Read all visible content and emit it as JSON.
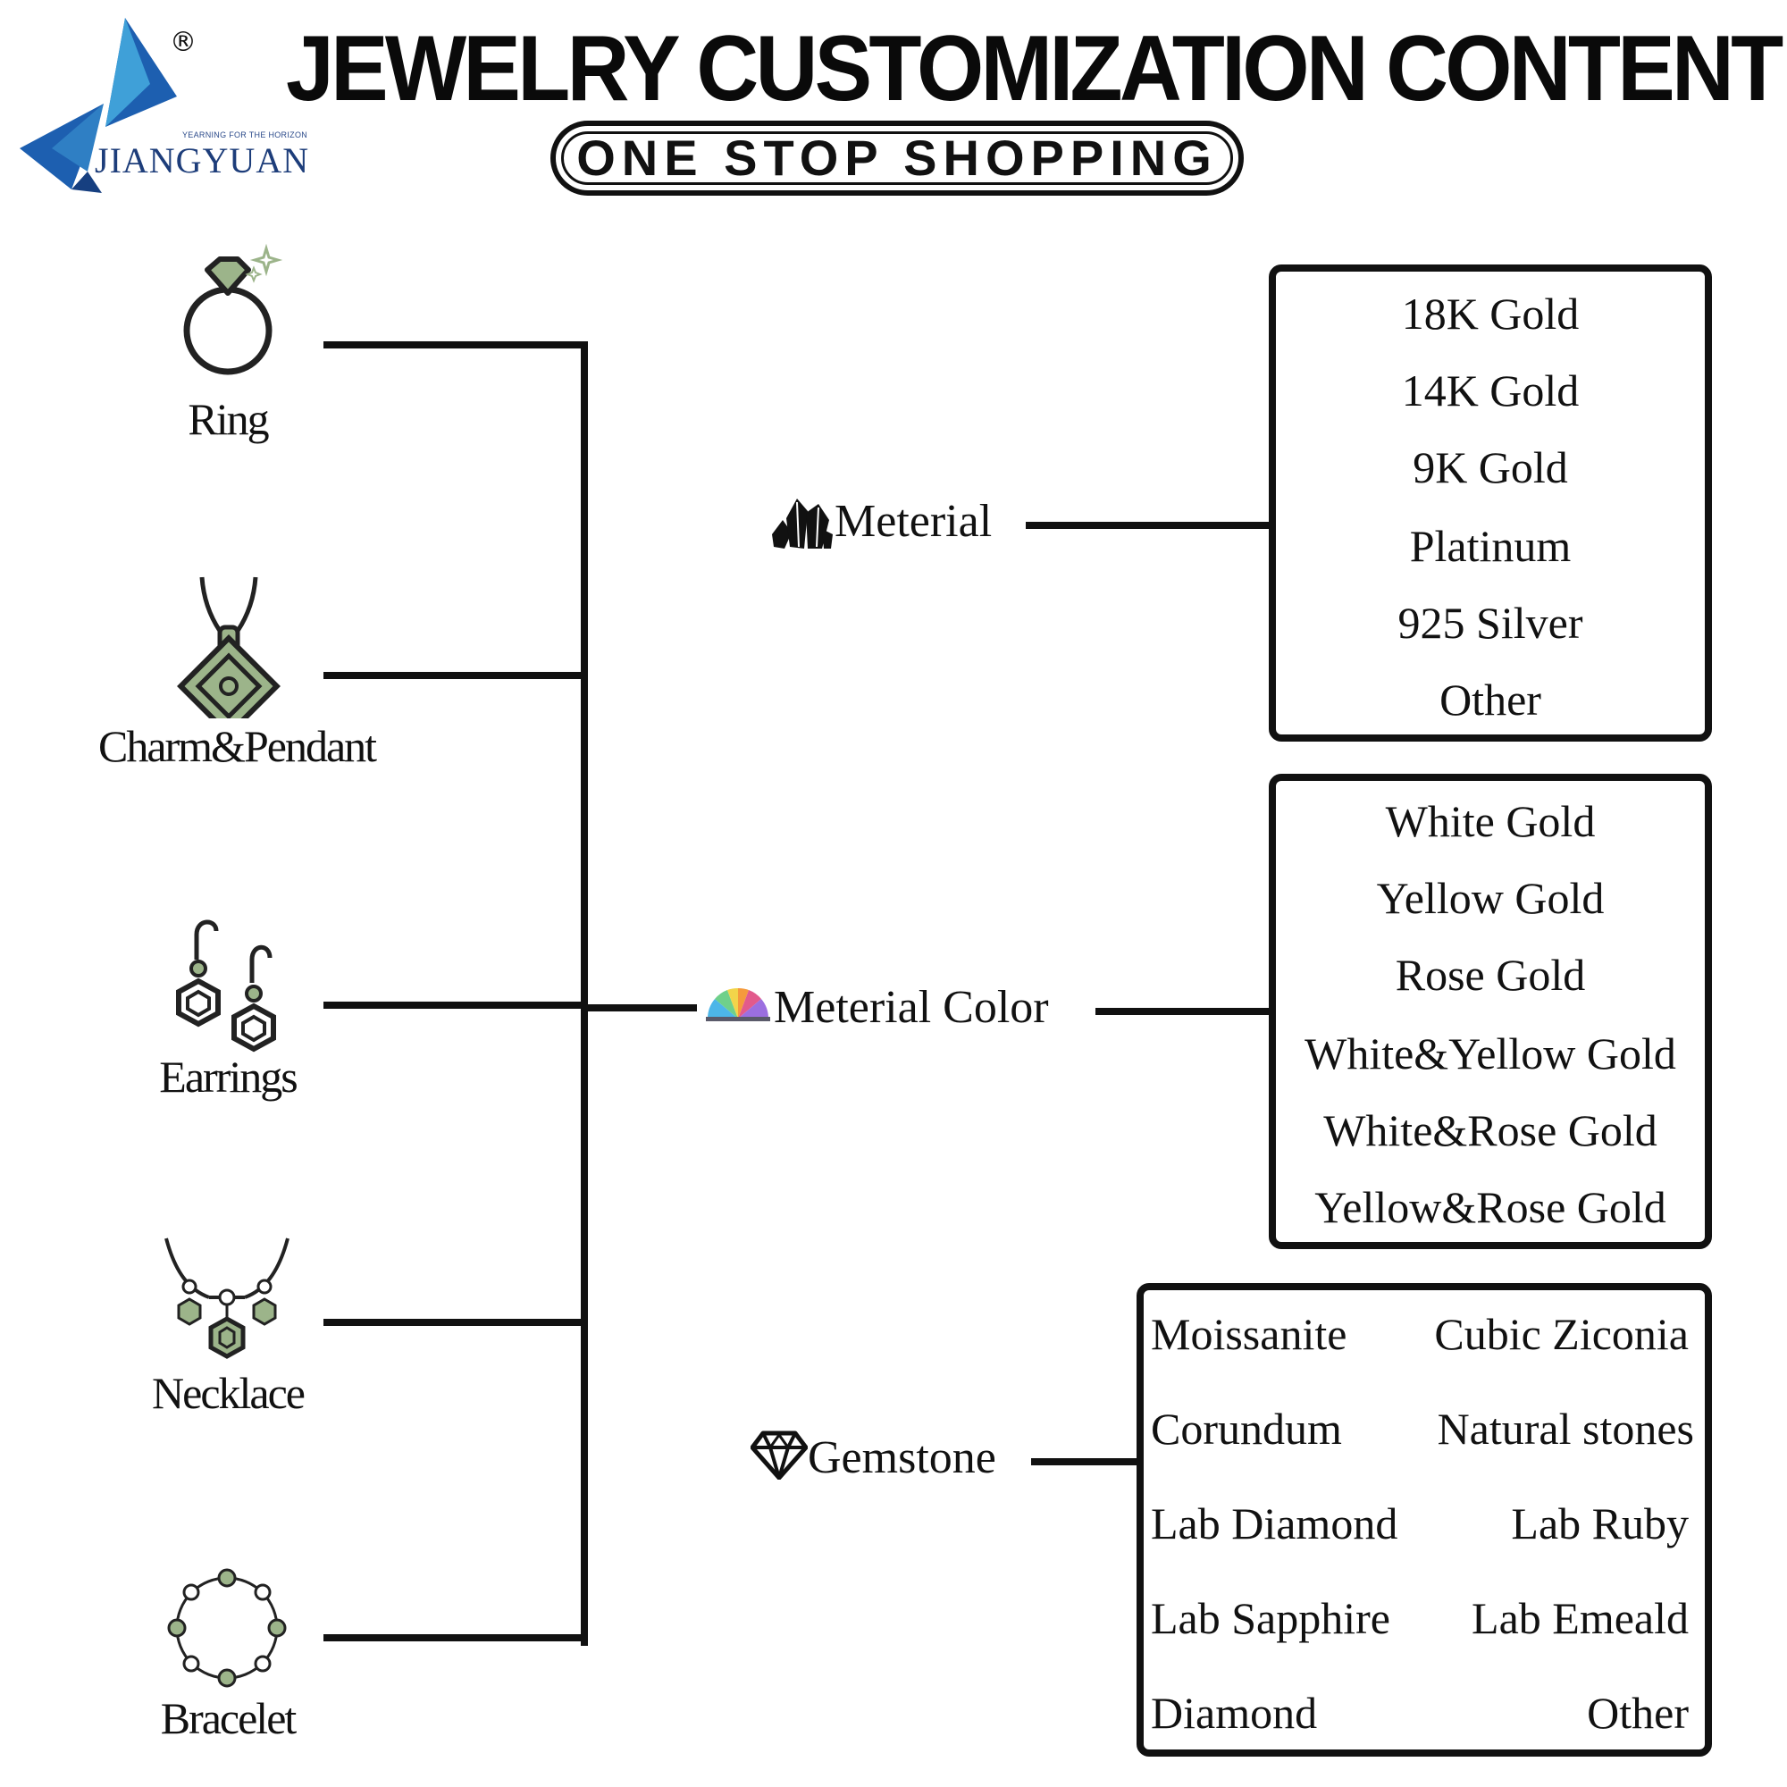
{
  "brand": {
    "name": "JIANGYUAN",
    "tagline": "YEARNING FOR THE HORIZON",
    "registered_mark": "®",
    "colors": {
      "primary": "#1d5fb0",
      "secondary": "#3fa0d8",
      "dark": "#1d3d7a"
    }
  },
  "header": {
    "title": "JEWELRY CUSTOMIZATION CONTENT",
    "subtitle": "ONE STOP SHOPPING"
  },
  "items": [
    {
      "label": "Ring",
      "icon": "ring-icon"
    },
    {
      "label": "Charm&Pendant",
      "icon": "pendant-icon"
    },
    {
      "label": "Earrings",
      "icon": "earrings-icon"
    },
    {
      "label": "Necklace",
      "icon": "necklace-icon"
    },
    {
      "label": "Bracelet",
      "icon": "bracelet-icon"
    }
  ],
  "categories": [
    {
      "label": "Meterial",
      "icon": "crystal-cluster-icon"
    },
    {
      "label": "Meterial Color",
      "icon": "color-fan-icon"
    },
    {
      "label": "Gemstone",
      "icon": "gem-outline-icon"
    }
  ],
  "material_options": [
    "18K Gold",
    "14K Gold",
    "9K Gold",
    "Platinum",
    "925 Silver",
    "Other"
  ],
  "color_options": [
    "White Gold",
    "Yellow Gold",
    "Rose Gold",
    "White&Yellow Gold",
    "White&Rose Gold",
    "Yellow&Rose Gold"
  ],
  "gemstone_options": [
    [
      "Moissanite",
      "Cubic Ziconia"
    ],
    [
      "Corundum",
      "Natural stones"
    ],
    [
      "Lab Diamond",
      "Lab Ruby"
    ],
    [
      "Lab Sapphire",
      "Lab Emeald"
    ],
    [
      "Diamond",
      "Other"
    ]
  ],
  "icon_colors": {
    "accent_green": "#9cb48a",
    "outline": "#222222"
  }
}
